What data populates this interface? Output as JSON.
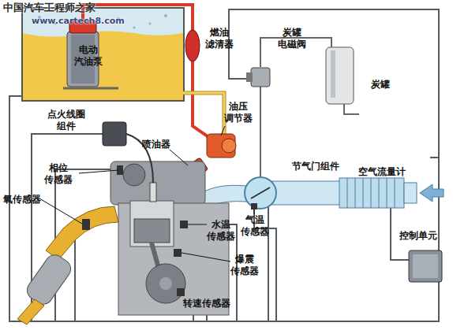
{
  "diagram": {
    "labels": [
      "中国汽车工程师之家",
      "www.cartech8.com",
      "电动 汽油泵",
      "燃油 滤清器",
      "炭罐 电磁阀",
      "炭罐",
      "点火线圈 组件",
      "油压 调节器",
      "喷油器",
      "节气门组件",
      "空气流量计",
      "相位 传感器",
      "氧传感器",
      "水温 传感器",
      "气温 传感器",
      "控制单元",
      "爆震 传感器",
      "转速传感器"
    ]
  }
}
